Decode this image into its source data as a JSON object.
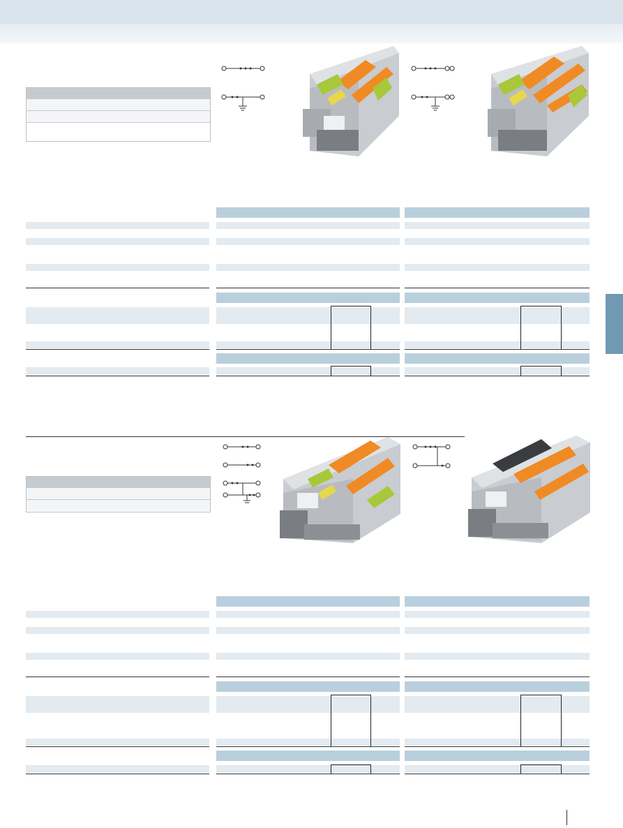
{
  "header": {
    "title": ""
  },
  "page": {
    "number": ""
  },
  "sections": [
    {
      "id": "upper",
      "intro_text": "",
      "left_table": {
        "heading": "",
        "rows": [
          "",
          "",
          ""
        ]
      },
      "products": [
        {
          "id": "product-1",
          "symbol": "two-switch-ground-icon",
          "image": "terminal-block-orange-green-icon"
        },
        {
          "id": "product-2",
          "symbol": "two-switch-double-ground-icon",
          "image": "terminal-block-orange-double-icon"
        }
      ]
    },
    {
      "id": "lower",
      "intro_text": "",
      "left_table": {
        "heading": "",
        "rows": [
          "",
          ""
        ]
      },
      "products": [
        {
          "id": "product-3",
          "symbol": "four-switch-ground-icon",
          "image": "terminal-block-multi-level-icon"
        },
        {
          "id": "product-4",
          "symbol": "bridged-switch-icon",
          "image": "terminal-block-black-orange-icon"
        }
      ]
    }
  ],
  "colors": {
    "header_band": "#d8e3ec",
    "column_band": "#b9cfdd",
    "row_stripe": "#e3eaf0",
    "side_tab": "#6f9ab2",
    "terminal_gray": "#b8bcc0",
    "terminal_orange": "#f08a24",
    "terminal_green": "#a8c83a",
    "terminal_yellow": "#e6d84a"
  }
}
